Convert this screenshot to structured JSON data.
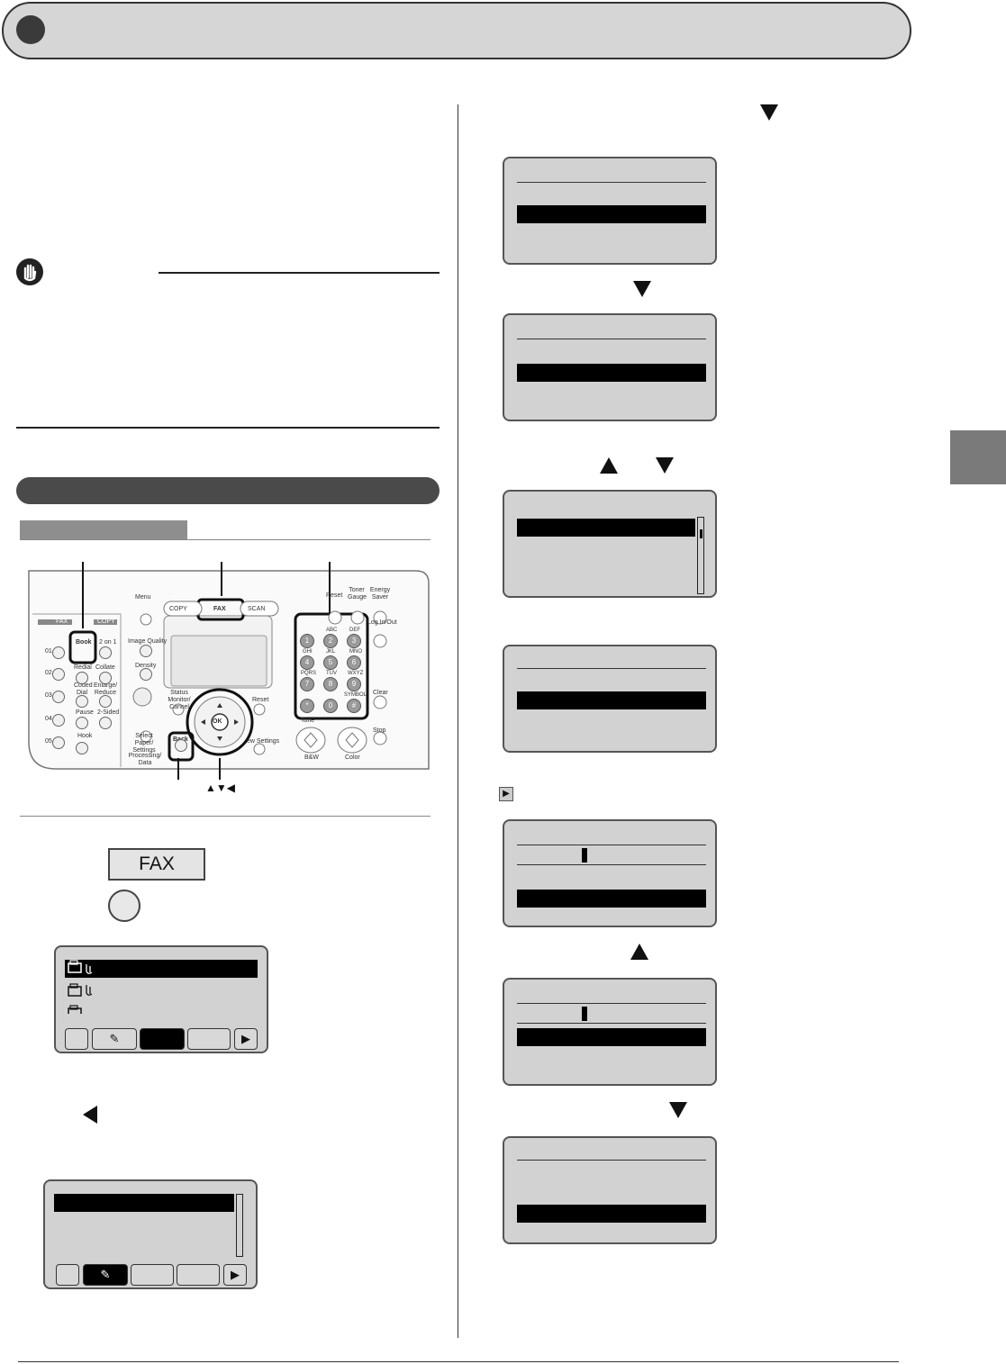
{
  "fax_key_label": "FAX",
  "control_panel": {
    "labels": {
      "menu": "Menu",
      "copy": "COPY",
      "fax": "FAX",
      "scan": "SCAN",
      "reset_top": "Reset",
      "toner_gauge": "Toner Gauge",
      "energy_saver": "Energy Saver",
      "log_in_out": "Log In/Out",
      "image_quality": "Image Quality",
      "density": "Density",
      "status_monitor": "Status Monitor/ Cancel",
      "reset": "Reset",
      "clear": "Clear",
      "stop": "Stop",
      "select_paper": "Select Paper/ Settings",
      "processing": "Processing/ Data",
      "back": "Back",
      "view_settings": "ew Settings",
      "bw": "B&W",
      "color": "Color",
      "ok": "OK",
      "address_book": "Book",
      "tab_fax": "FAX",
      "tab_copy": "COPY",
      "redial": "Redial",
      "collate": "Collate",
      "coded_dial": "Coded Dial",
      "enlarge_reduce": "Enlarge/ Reduce",
      "pause": "Pause",
      "two_sided": "2-Sided",
      "hook": "Hook",
      "two_on_one": "2 on 1",
      "tone": "Tone",
      "arrows_caption": "▲▼◀"
    },
    "onetouch_numbers": [
      "01",
      "02",
      "03",
      "04",
      "05"
    ],
    "numpad": {
      "keys": [
        "1",
        "2",
        "3",
        "4",
        "5",
        "6",
        "7",
        "8",
        "9",
        "*",
        "0",
        "#"
      ],
      "letters": [
        "",
        "ABC",
        "DEF",
        "GHI",
        "JKL",
        "MNO",
        "PQRS",
        "TUV",
        "WXYZ",
        "",
        "",
        "SYMBOL"
      ]
    }
  }
}
